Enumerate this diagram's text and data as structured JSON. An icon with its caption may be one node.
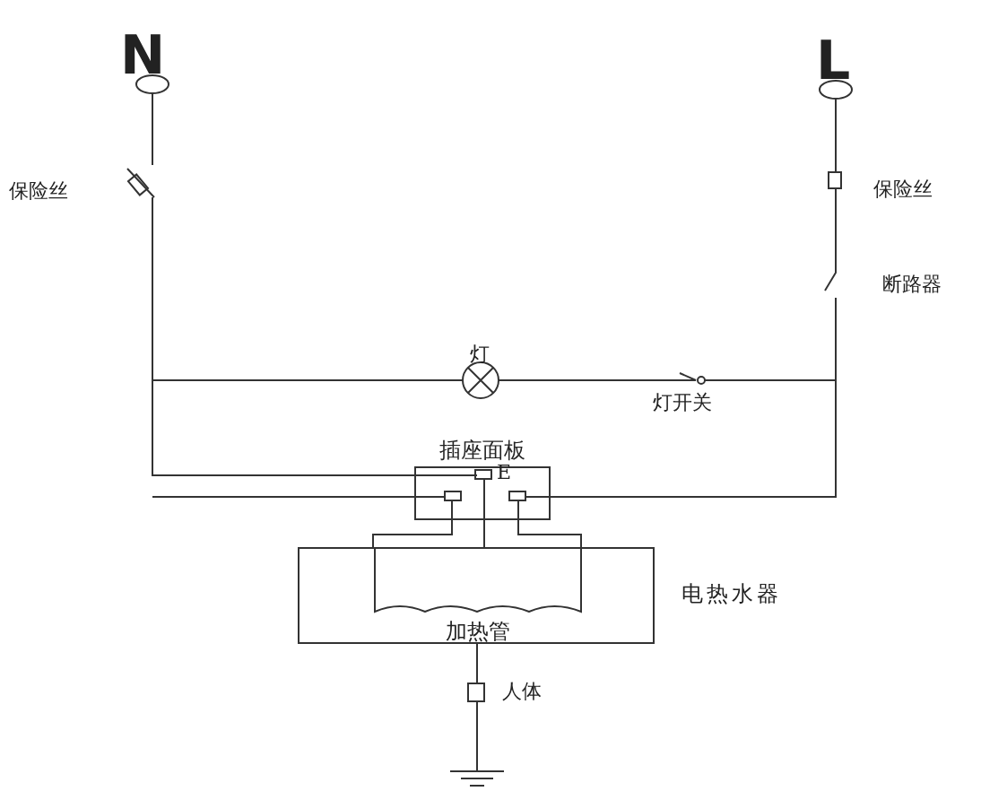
{
  "diagram": {
    "nodes": [
      {
        "text": [
          "插座面板"
        ]
      },
      {
        "text": [],
        "shape": "box",
        "beside": [
          "电热水器"
        ]
      },
      {
        "text": [
          "加热管"
        ],
        "in": 1
      }
    ],
    "edges": [
      {
        "from": 0,
        "to": 2,
        "arrow": "none"
      },
      {
        "from": 0,
        "to": 1,
        "arrow": "none"
      },
      {
        "from": 0,
        "to": 2,
        "arrow": "none"
      }
    ],
    "labels": [
      "N",
      "L",
      "保险丝",
      "保险丝",
      "断路器",
      "灯",
      "灯开关",
      "E",
      "人体"
    ]
  }
}
